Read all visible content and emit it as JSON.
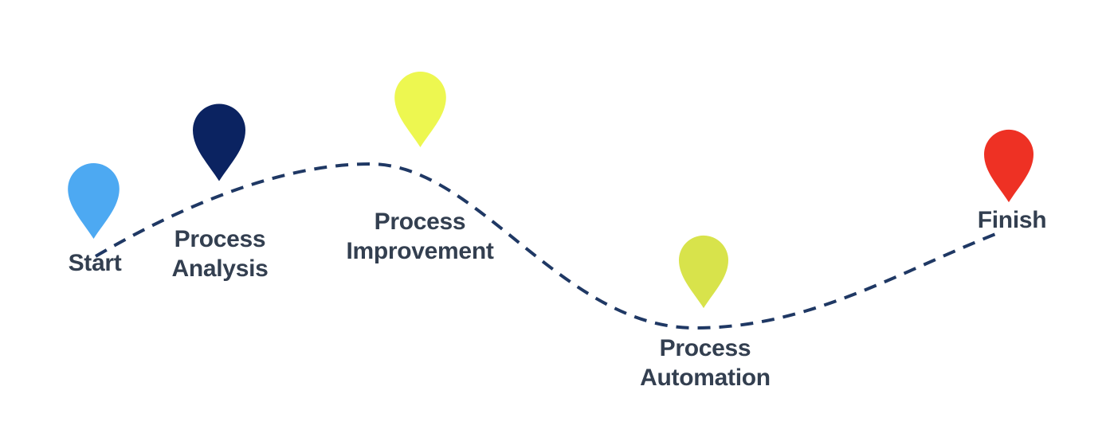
{
  "background": "#FFFFFF",
  "text_color": "#333F50",
  "route": {
    "style": "dashed",
    "color": "#1F3864"
  },
  "milestones": [
    {
      "id": "start",
      "label": "Start",
      "pin_color": "#4DA9F2"
    },
    {
      "id": "process-analysis",
      "label": "Process Analysis",
      "pin_color": "#0B2361"
    },
    {
      "id": "process-improvement",
      "label": "Process Improvement",
      "pin_color": "#EDF750"
    },
    {
      "id": "process-automation",
      "label": "Process Automation",
      "pin_color": "#D8E34B"
    },
    {
      "id": "finish",
      "label": "Finish",
      "pin_color": "#EE3124"
    }
  ]
}
